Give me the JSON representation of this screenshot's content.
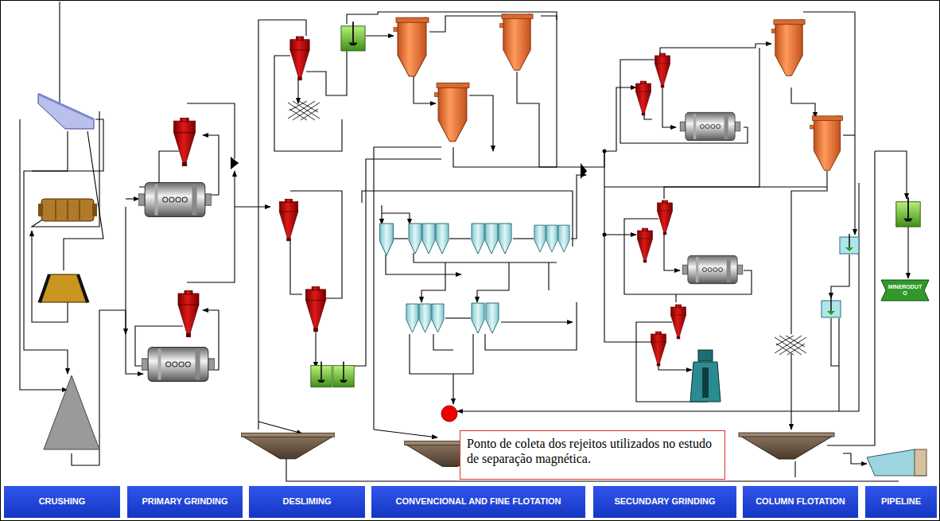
{
  "diagram": {
    "nodes": [
      {
        "text": [
          "MINERODUTO"
        ]
      },
      {
        "text": [
          "Ponto de coleta dos rejeitos utilizados no estudo de separação magnética."
        ]
      },
      {
        "text": [
          "CRUSHING"
        ]
      },
      {
        "text": [
          "PRIMARY GRINDING"
        ]
      },
      {
        "text": [
          "DESLIMING"
        ]
      },
      {
        "text": [
          "CONVENCIONAL AND FINE FLOTATION"
        ]
      },
      {
        "text": [
          "SECUNDARY GRINDING"
        ]
      },
      {
        "text": [
          "COLUMN FLOTATION"
        ]
      },
      {
        "text": [
          "PIPELINE"
        ]
      }
    ]
  }
}
